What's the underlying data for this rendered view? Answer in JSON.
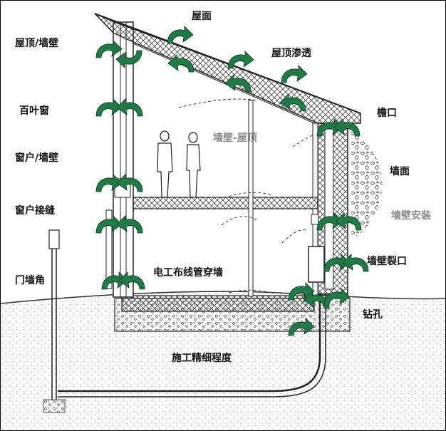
{
  "labels": {
    "roof": "屋面",
    "roof_wall": "屋顶/墙壁",
    "roof_leak": "屋顶渗透",
    "louver": "百叶窗",
    "eave": "檐口",
    "wall_roof": "墙壁-屋顶",
    "window_wall": "窗户/墙壁",
    "wall_surface": "墙面",
    "window_seam": "窗户接缝",
    "wall_install": "墙壁安装",
    "door_corner": "门墙角",
    "electrical": "电工布线管穿墙",
    "wall_crack": "墙壁裂口",
    "drill_hole": "钻孔",
    "workmanship": "施工精细程度"
  },
  "colors": {
    "arrow_green": "#1f7a45",
    "ink": "#111111",
    "muted_label": "#8a8a8a"
  }
}
